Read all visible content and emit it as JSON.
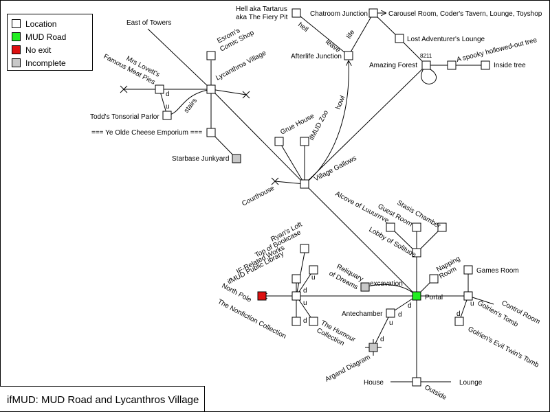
{
  "title": "ifMUD: MUD Road and Lycanthros Village",
  "legend": [
    {
      "label": "Location",
      "color": "#ffffff"
    },
    {
      "label": "MUD Road",
      "color": "#22ee22"
    },
    {
      "label": "No exit",
      "color": "#dd1111"
    },
    {
      "label": "Incomplete",
      "color": "#c8c8c8"
    }
  ],
  "rooms": {
    "hell": "Hell aka Tartarus",
    "hell2": "aka The Fiery Pit",
    "chatroom": "Chatroom Junction",
    "carousel": "Carousel Room, Coder's Tavern, Lounge, Toyshop",
    "lost": "Lost Adventurer's Lounge",
    "afterlife": "Afterlife Junction",
    "amazing": "Amazing Forest",
    "spooky": "A spooky hollowed-out tree",
    "inside": "Inside tree",
    "east_towers": "East of Towers",
    "esrom": "Esrom's",
    "esrom2": "Comic Shop",
    "lycanthros": "Lycanthros Village",
    "lovett": "Mrs Lovett's",
    "lovett2": "Famous Meat Pies",
    "todd": "Todd's Tonsorial Parlor",
    "cheese": "=== Ye Olde Cheese Emporium ===",
    "starbase": "Starbase Junkyard",
    "grue": "Grue House",
    "zoo": "ifMUD Zoo",
    "gallows": "Village Gallows",
    "courthouse": "Courthouse",
    "alcove": "Alcove of Luuurrrve",
    "stasis": "Stasis Chamber",
    "guest": "Guest Room",
    "lobby": "Lobby of Solitude",
    "ryan": "Ryan's Loft",
    "bookcase": "Top of Bookcase",
    "if_works": "IF-Related Works",
    "library": "ifMUD Public Library",
    "north_pole": "North Pole",
    "nonfiction": "The Nonfiction Collection",
    "humour": "The Humour",
    "humour2": "Collection",
    "reliquary": "Reliquary",
    "reliquary2": "of Dreams",
    "napping": "Napping",
    "napping2": "Room",
    "games": "Games Room",
    "portal": "Portal",
    "control": "Control Room",
    "golrien": "Golrien's Tomb",
    "evil_twin": "Golrien's Evil Twin's Tomb",
    "antechamber": "Antechamber",
    "argand": "Argand Diagram",
    "house": "House",
    "lounge": "Lounge",
    "outside": "Outside"
  },
  "exit_labels": {
    "hell": "hell",
    "leave": "leave",
    "life": "life",
    "howl": "howl",
    "stairs": "stairs",
    "excavation": "excavation",
    "number": "8211",
    "d": "d",
    "u": "u"
  }
}
